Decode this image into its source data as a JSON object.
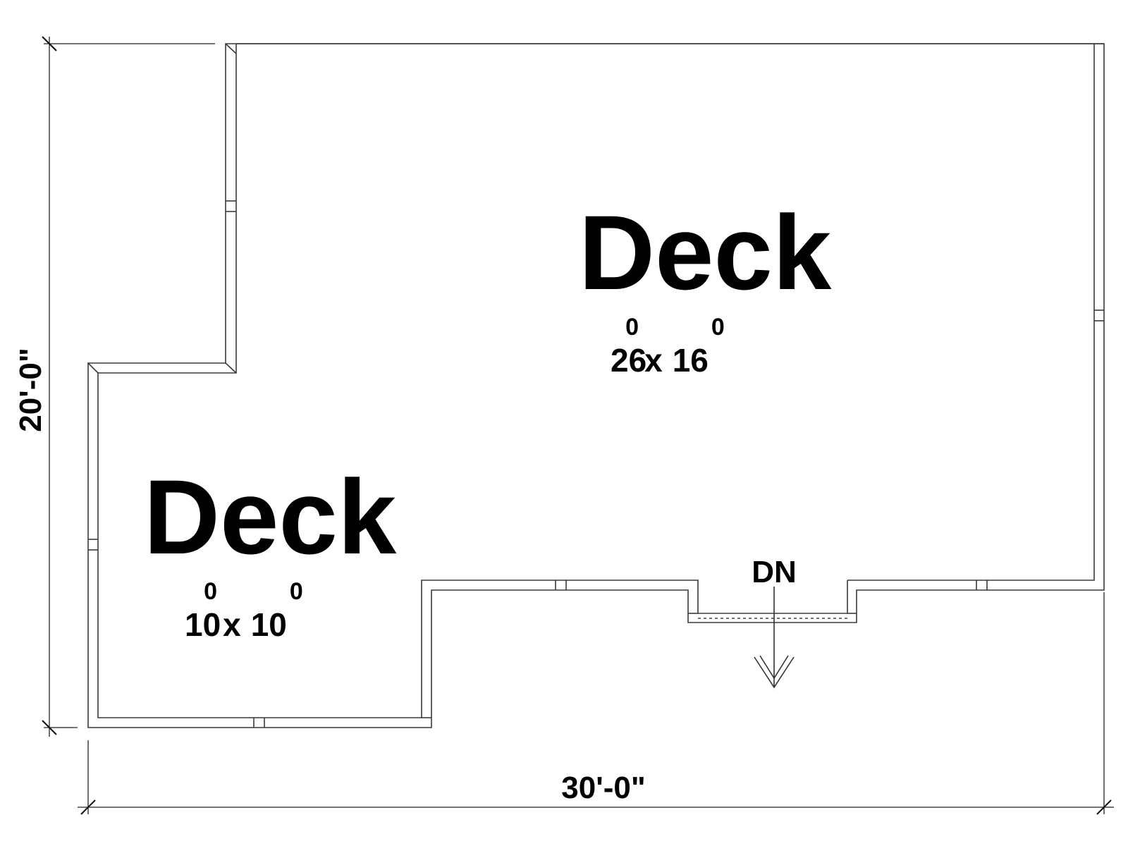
{
  "rooms": [
    {
      "name": "Deck",
      "width": "26",
      "width_sup": "0",
      "depth": "16",
      "depth_sup": "0",
      "sep": "x"
    },
    {
      "name": "Deck",
      "width": "10",
      "width_sup": "0",
      "depth": "10",
      "depth_sup": "0",
      "sep": "x"
    }
  ],
  "dimensions": {
    "overall_width": "30'-0\"",
    "overall_depth": "20'-0\""
  },
  "stair": {
    "label": "DN"
  },
  "colors": {
    "line": "#3a3a3a",
    "text": "#000000",
    "background": "#ffffff"
  }
}
